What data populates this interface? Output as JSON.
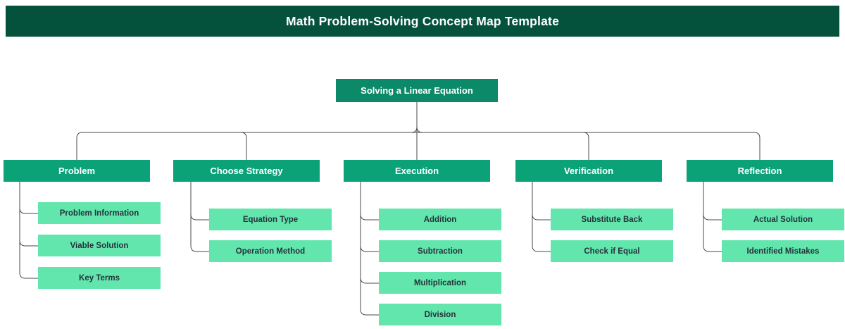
{
  "header": {
    "title": "Math Problem-Solving Concept Map Template",
    "bg_color": "#05523c",
    "text_color": "#ffffff"
  },
  "map": {
    "root": {
      "label": "Solving a Linear Equation"
    },
    "branches": [
      {
        "label": "Problem",
        "children": [
          "Problem Information",
          "Viable Solution",
          "Key Terms"
        ]
      },
      {
        "label": "Choose Strategy",
        "children": [
          "Equation Type",
          "Operation Method"
        ]
      },
      {
        "label": "Execution",
        "children": [
          "Addition",
          "Subtraction",
          "Multiplication",
          "Division"
        ]
      },
      {
        "label": "Verification",
        "children": [
          "Substitute Back",
          "Check if Equal"
        ]
      },
      {
        "label": "Reflection",
        "children": [
          "Actual Solution",
          "Identified Mistakes"
        ]
      }
    ],
    "colors": {
      "root_bg": "#0c8968",
      "branch_bg": "#0ba278",
      "leaf_bg": "#62e6ae",
      "leaf_text": "#263238",
      "connector": "#4a4a4a"
    }
  }
}
